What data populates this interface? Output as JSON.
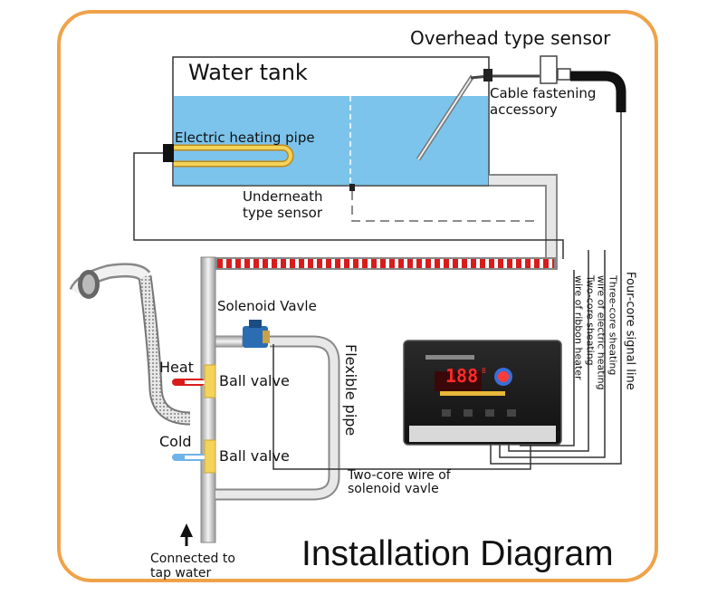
{
  "title": "Installation Diagram",
  "labels": {
    "overhead_sensor": "Overhead type sensor",
    "water_tank": "Water tank",
    "electric_heating_pipe": "Electric heating pipe",
    "cable_fastening_line1": "Cable fastening",
    "cable_fastening_line2": "accessory",
    "underneath_sensor_line1": "Underneath",
    "underneath_sensor_line2": "type sensor",
    "solenoid_valve": "Solenoid Vavle",
    "heat": "Heat",
    "cold": "Cold",
    "ball_valve_hot": "Ball valve",
    "ball_valve_cold": "Ball valve",
    "flexible_pipe": "Flexible pipe",
    "two_core_solenoid_line1": "Two-core wire of",
    "two_core_solenoid_line2": "solenoid vavle",
    "connected_tap_line1": "Connected to",
    "connected_tap_line2": "tap water",
    "four_core_signal": "Four-core signal line",
    "three_core_line1": "Three-core sheating",
    "three_core_line2": "wire of electric heating",
    "two_core_ribbon_line1": "Two-core sheating",
    "two_core_ribbon_line2": "wire of ribbon heater"
  },
  "controller": {
    "display_digits": "188",
    "display_small": "8"
  },
  "colors": {
    "frame": "#f0a24a",
    "water": "#7cc4ec",
    "pipe": "#cfcfcf",
    "ribbon_heater": "#d81c1c",
    "valve": "#f3d35a",
    "hot_handle": "#d81c1c",
    "cold_handle": "#6fb3e8",
    "solenoid": "#2a6db3",
    "controller_body": "#1c1c1c"
  }
}
